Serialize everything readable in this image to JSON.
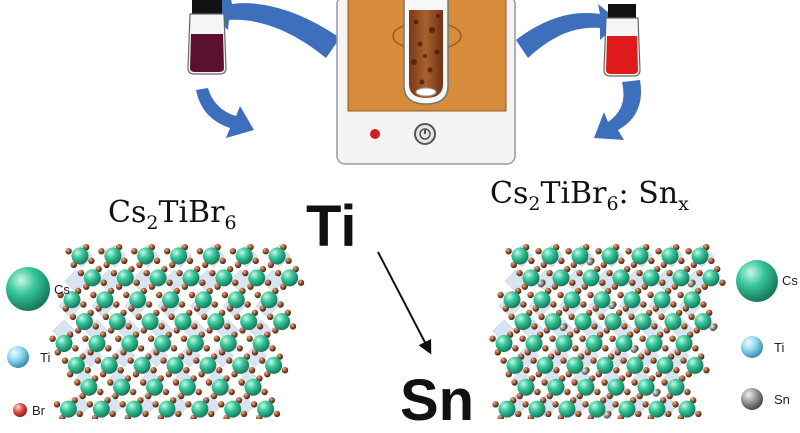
{
  "left_formula": {
    "base": "Cs",
    "n1": "2",
    "mid": "TiBr",
    "n2": "6"
  },
  "right_formula": {
    "base": "Cs",
    "n1": "2",
    "mid": "TiBr",
    "n2": "6",
    "dopant": ": Sn",
    "sub_x": "x"
  },
  "ti_label": "Ti",
  "sn_label": "Sn",
  "left_legend": [
    "Cs",
    "Ti",
    "Br"
  ],
  "right_legend": [
    "Cs",
    "Ti",
    "Sn"
  ],
  "colors": {
    "arrow_blue": "#3e6fbd",
    "hotplate_plate": "#d68c3a",
    "hotplate_body": "#f4f4f4",
    "vial_left_liquid": "#5c1030",
    "vial_right_liquid": "#e01a1a",
    "cs_atom": "#37c79b",
    "ti_atom": "#8fd6ef",
    "br_atom": "#e2504c",
    "sn_atom": "#8c8c8c",
    "br_lattice_atom": "#8a4a2a",
    "octahedra": "#a9c7de"
  }
}
